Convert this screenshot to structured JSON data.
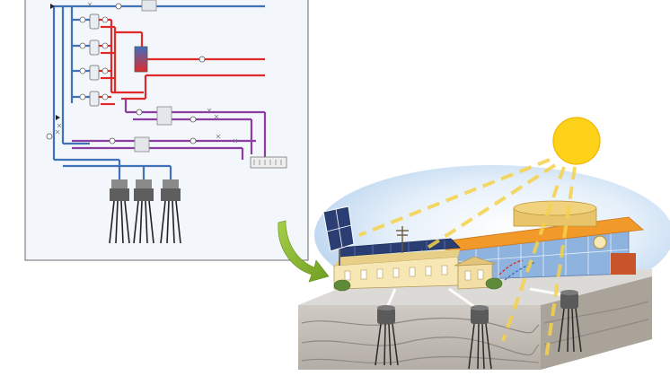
{
  "colors": {
    "cold_line": "#3f72b8",
    "hot_line": "#e02a2a",
    "brine_line": "#8a3fa0",
    "panel_bg": "#f3f6fb",
    "panel_border": "#6b6b6b",
    "arrow": "#7fae2a",
    "sun": "#ffd21a",
    "sky": "#cfe3f6",
    "roof_orange": "#f19a2a",
    "wall_cream": "#f6e7b5",
    "glass": "#8fb3df",
    "solar_panel": "#2a3e73",
    "ground_top": "#d9d7d3",
    "ground_side": "#bcb8b1",
    "probe": "#5a5a5a",
    "light_ray": "#f6d24a"
  },
  "diagram": {
    "schematic": {
      "borehole_probe_count": 3,
      "heat_pump_count": 4
    },
    "scene": {
      "borehole_probe_count": 3,
      "light_ray_count": 4
    }
  }
}
